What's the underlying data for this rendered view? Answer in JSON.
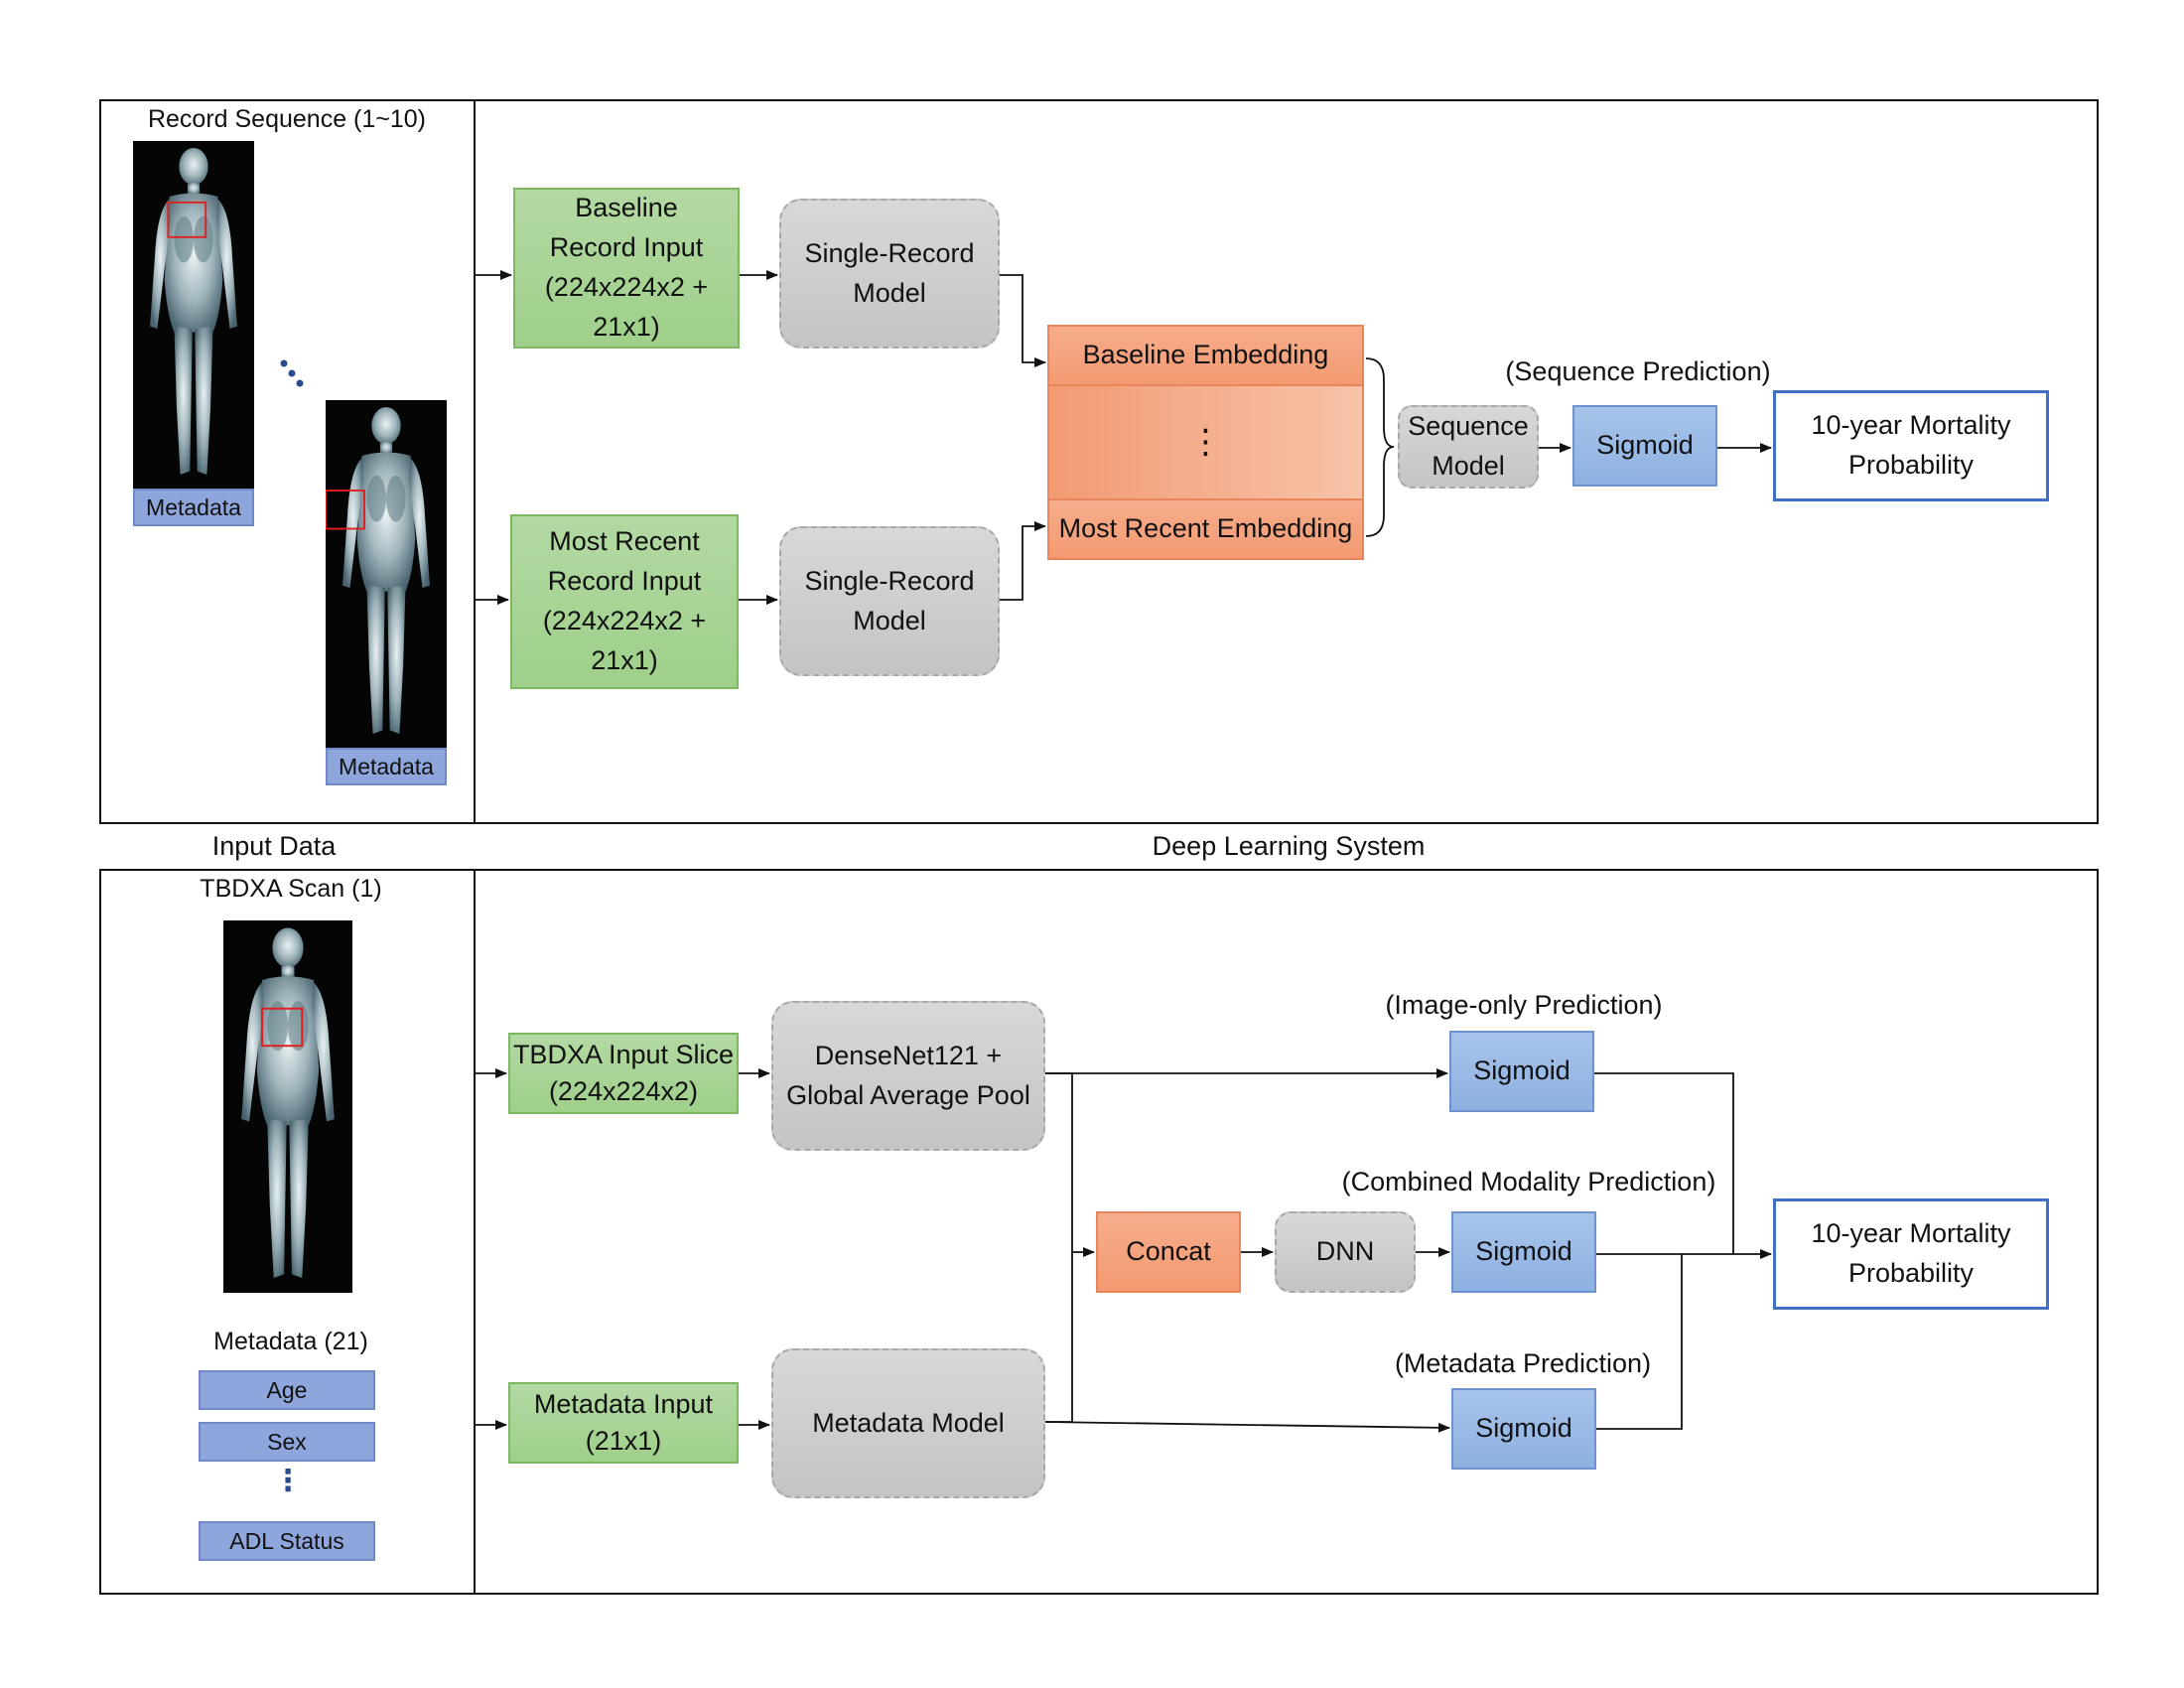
{
  "top": {
    "input_title": "Record Sequence (1~10)",
    "metadata_label": "Metadata",
    "baseline_input": "Baseline\nRecord Input\n(224x224x2 +\n21x1)",
    "recent_input": "Most Recent\nRecord Input\n(224x224x2 +\n21x1)",
    "single_record_model": "Single-Record\nModel",
    "baseline_embedding": "Baseline Embedding",
    "embedding_ellipsis": "⋮",
    "recent_embedding": "Most Recent Embedding",
    "sequence_model": "Sequence\nModel",
    "sequence_prediction": "(Sequence Prediction)",
    "sigmoid": "Sigmoid",
    "output": "10-year Mortality\nProbability"
  },
  "section_labels": {
    "input_data": "Input Data",
    "deep_learning_system": "Deep Learning System"
  },
  "bottom": {
    "scan_title": "TBDXA Scan (1)",
    "metadata_title": "Metadata (21)",
    "metadata_items": [
      "Age",
      "Sex",
      "ADL Status"
    ],
    "metadata_ellipsis": "⋮",
    "tbdxa_input": "TBDXA Input Slice\n(224x224x2)",
    "densenet": "DenseNet121 +\nGlobal Average Pool",
    "metadata_input": "Metadata Input\n(21x1)",
    "metadata_model": "Metadata Model",
    "concat": "Concat",
    "dnn": "DNN",
    "image_only_prediction": "(Image-only Prediction)",
    "combined_prediction": "(Combined Modality Prediction)",
    "metadata_prediction": "(Metadata Prediction)",
    "sigmoid": "Sigmoid",
    "output": "10-year Mortality\nProbability"
  },
  "colors": {
    "input_green": "#a9d595",
    "model_gray": "#cfcfcf",
    "sigmoid_blue": "#9ab9e6",
    "embedding_orange": "#f5a47f",
    "output_border": "#3f6fc6",
    "roi_red": "#e02020"
  }
}
